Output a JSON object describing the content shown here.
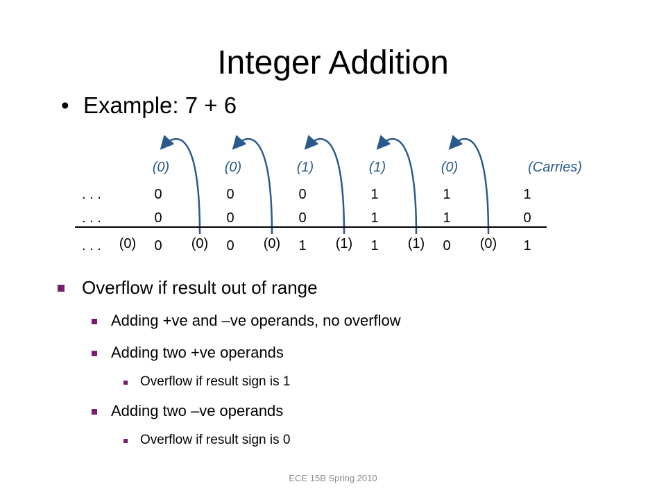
{
  "title": "Integer Addition",
  "example": {
    "bullet": "•",
    "text": "Example: 7 + 6"
  },
  "diagram": {
    "carries_label": "(Carries)",
    "carry_labels": [
      "(0)",
      "(0)",
      "(1)",
      "(1)",
      "(0)"
    ],
    "row_prefix": ". . .",
    "operand_a": [
      "0",
      "0",
      "0",
      "1",
      "1",
      "1"
    ],
    "operand_b": [
      "0",
      "0",
      "0",
      "1",
      "1",
      "0"
    ],
    "sum_row": [
      "0",
      "0",
      "1",
      "1",
      "0",
      "1"
    ],
    "sum_carries": [
      "(0)",
      "(0)",
      "(0)",
      "(1)",
      "(1)",
      "(0)"
    ],
    "arrow_color": "#2a5a8c"
  },
  "bullets": {
    "overflow": "Overflow if result out of range",
    "mixed": "Adding +ve and –ve operands, no overflow",
    "two_pos": "Adding two +ve operands",
    "two_pos_sub": "Overflow if result sign is 1",
    "two_neg": "Adding two –ve operands",
    "two_neg_sub": "Overflow if result sign is 0"
  },
  "bullet_color": "#7b1c6e",
  "footer": "ECE 15B Spring 2010"
}
